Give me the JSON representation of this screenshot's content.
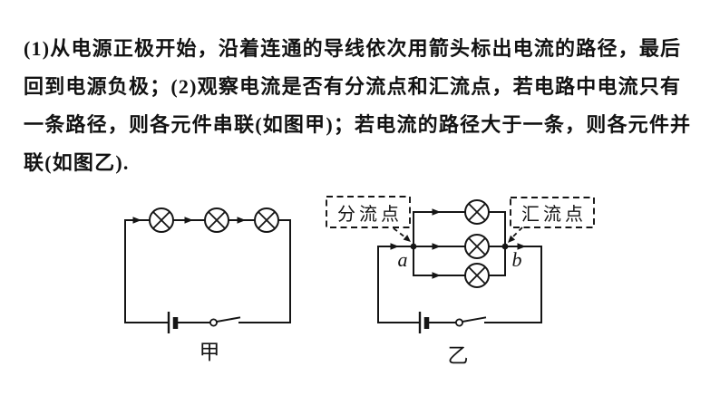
{
  "colors": {
    "background": "#ffffff",
    "ink": "#151515"
  },
  "text_block": {
    "lines": [
      "(1)从电源正极开始，沿着连通的导线依次用箭头标出电流的路径，最后",
      "回到电源负极；(2)观察电流是否有分流点和汇流点，若电路中电流只有",
      "一条路径，则各元件串联(如图甲)；若电流的路径大于一条，则各元件并",
      "联(如图乙)."
    ]
  },
  "figures": {
    "jia": {
      "caption": "甲",
      "lamp_count": 3,
      "icons": [
        "lamp-icon",
        "battery-icon",
        "switch-icon",
        "current-arrow-icon"
      ]
    },
    "yi": {
      "caption": "乙",
      "node_a": "a",
      "node_b": "b",
      "callout_split": "分流点",
      "callout_merge": "汇流点",
      "lamp_count": 3,
      "icons": [
        "lamp-icon",
        "battery-icon",
        "switch-icon",
        "current-arrow-icon",
        "node-dot-icon"
      ]
    }
  }
}
